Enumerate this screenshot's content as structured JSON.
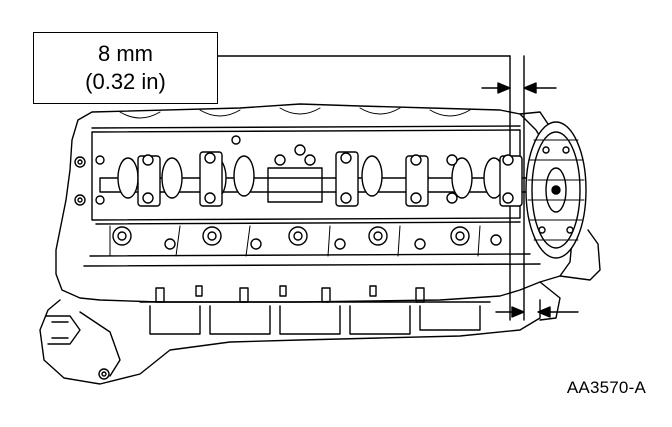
{
  "callout": {
    "metric": "8 mm",
    "imperial": "(0.32 in)"
  },
  "figure_id": "AA3570-A",
  "colors": {
    "ink": "#000000",
    "paper": "#ffffff"
  }
}
